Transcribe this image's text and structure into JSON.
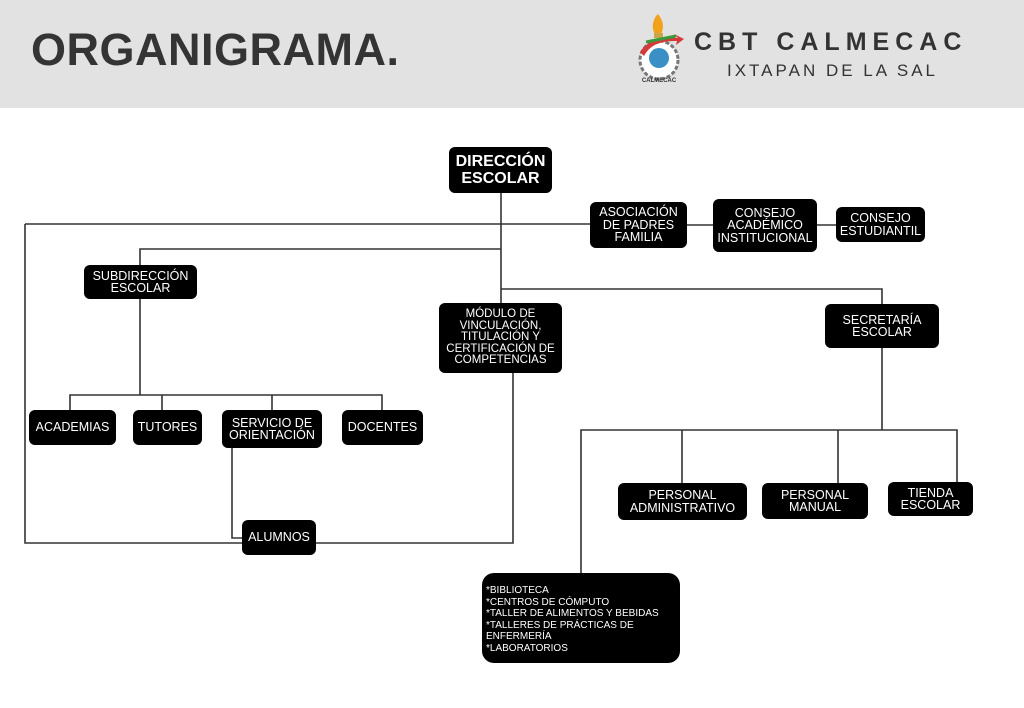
{
  "header": {
    "title": "ORGANIGRAMA.",
    "brand_name": "CBT CALMECAC",
    "brand_location": "IXTAPAN DE LA SAL",
    "logo_text": "CALMECAC"
  },
  "colors": {
    "header_bg": "#e1e2e1",
    "box": "#000000",
    "line": "#333333"
  },
  "nodes": {
    "direccion": "DIRECCIÓN\nESCOLAR",
    "asociacion": "ASOCIACIÓN\nDE PADRES\nFAMILIA",
    "consejo_academico": "CONSEJO\nACADÉMICO\nINSTITUCIONAL",
    "consejo_estudiantil": "CONSEJO\nESTUDIANTIL",
    "subdireccion": "SUBDIRECCIÓN\nESCOLAR",
    "modulo": "MÓDULO DE\nVINCULACIÓN,\nTITULACIÓN Y\nCERTIFICACIÓN DE\nCOMPETENCIAS",
    "secretaria": "SECRETARÍA\nESCOLAR",
    "academias": "ACADEMIAS",
    "tutores": "TUTORES",
    "servicio": "SERVICIO DE\nORIENTACIÓN",
    "docentes": "DOCENTES",
    "alumnos": "ALUMNOS",
    "personal_admin": "PERSONAL\nADMINISTRATIVO",
    "personal_manual": "PERSONAL\nMANUAL",
    "tienda": "TIENDA\nESCOLAR",
    "servicios_list": "*BIBLIOTECA\n*CENTROS DE CÓMPUTO\n*TALLER DE ALIMENTOS Y BEBIDAS\n*TALLERES DE PRÁCTICAS DE\nENFERMERÍA\n*LABORATORIOS"
  }
}
